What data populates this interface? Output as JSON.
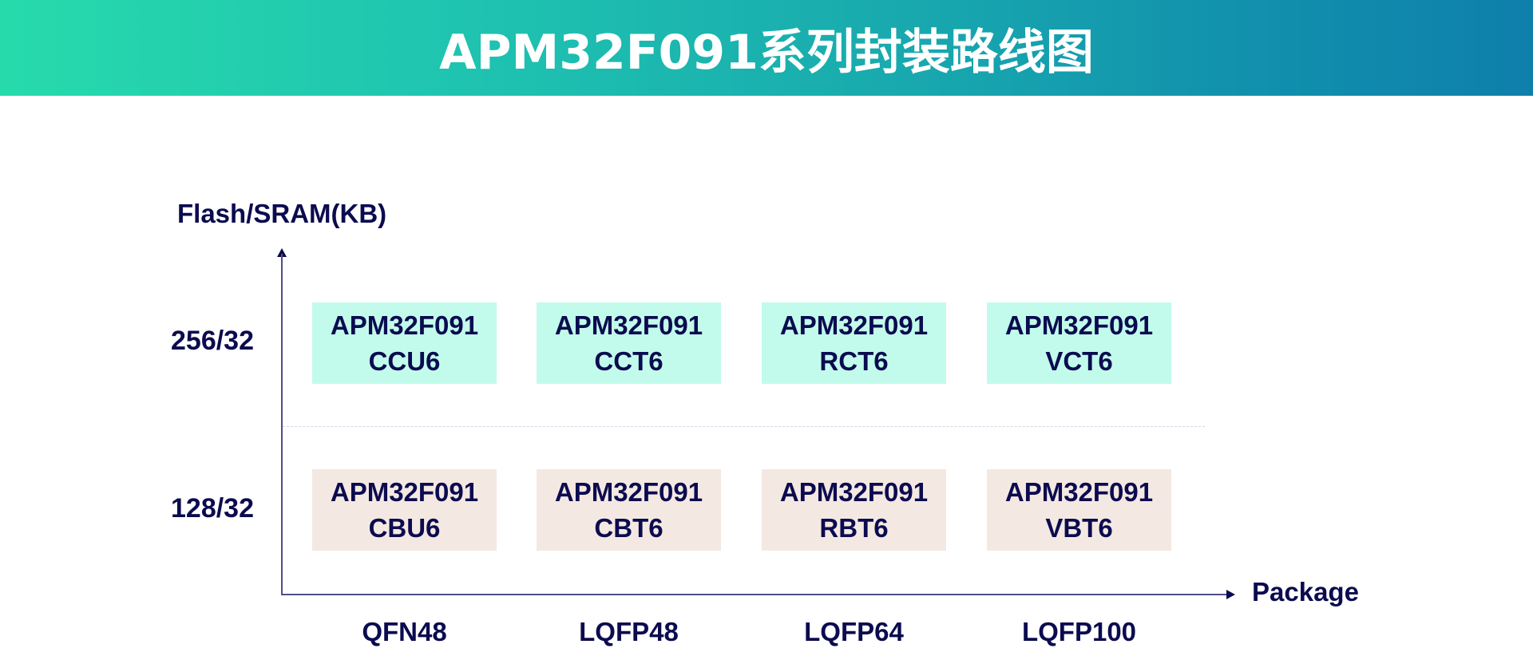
{
  "header": {
    "title": "APM32F091系列封装路线图",
    "gradient": [
      "#27daac",
      "#0e7fab"
    ]
  },
  "axes": {
    "y_title": "Flash/SRAM(KB)",
    "x_title": "Package"
  },
  "rows": [
    {
      "label": "256/32",
      "color": "#c2fbeb"
    },
    {
      "label": "128/32",
      "color": "#f4e8e2"
    }
  ],
  "packages": [
    "QFN48",
    "LQFP48",
    "LQFP64",
    "LQFP100"
  ],
  "chips": {
    "top": [
      {
        "line1": "APM32F091",
        "line2": "CCU6"
      },
      {
        "line1": "APM32F091",
        "line2": "CCT6"
      },
      {
        "line1": "APM32F091",
        "line2": "RCT6"
      },
      {
        "line1": "APM32F091",
        "line2": "VCT6"
      }
    ],
    "bottom": [
      {
        "line1": "APM32F091",
        "line2": "CBU6"
      },
      {
        "line1": "APM32F091",
        "line2": "CBT6"
      },
      {
        "line1": "APM32F091",
        "line2": "RBT6"
      },
      {
        "line1": "APM32F091",
        "line2": "VBT6"
      }
    ]
  },
  "colors": {
    "text": "#0b0b4f",
    "row_256": "#c2fbeb",
    "row_128": "#f4e8e2",
    "axis": "#4f4f86",
    "divider": "#d4d6e4"
  }
}
